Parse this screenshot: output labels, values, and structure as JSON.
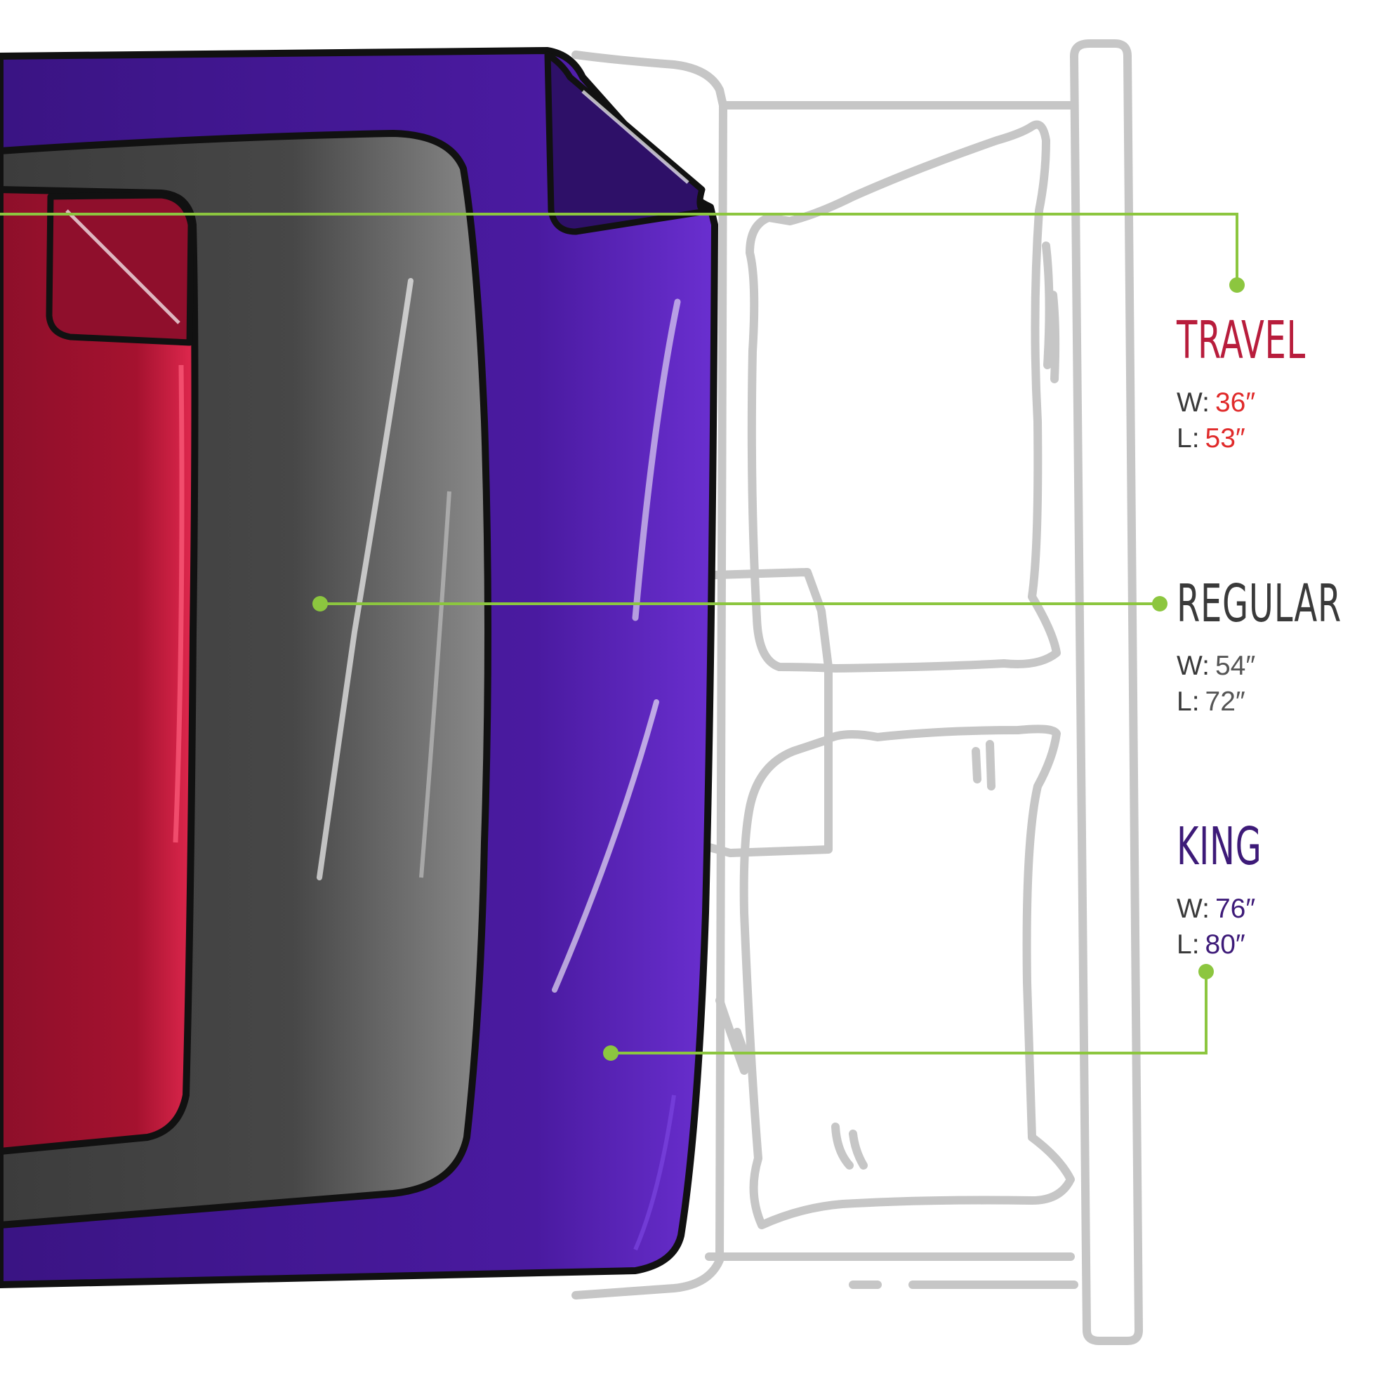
{
  "colors": {
    "travel": "#b81d3c",
    "travel_value": "#e02a2a",
    "regular": "#3a3a3a",
    "regular_value": "#555555",
    "king": "#3d1a78",
    "king_value": "#3d1a78",
    "leader_line": "#8cc63f",
    "bed_outline": "#c8c8c8",
    "blanket_king": "#5a22b8",
    "blanket_regular": "#4a4a4a",
    "blanket_travel": "#b8153a"
  },
  "sizes": [
    {
      "key": "travel",
      "name": "TRAVEL",
      "width_label": "W:",
      "width_value": "36″",
      "length_label": "L:",
      "length_value": "53″"
    },
    {
      "key": "regular",
      "name": "REGULAR",
      "width_label": "W:",
      "width_value": "54″",
      "length_label": "L:",
      "length_value": "72″"
    },
    {
      "key": "king",
      "name": "KING",
      "width_label": "W:",
      "width_value": "76″",
      "length_label": "L:",
      "length_value": "80″"
    }
  ]
}
